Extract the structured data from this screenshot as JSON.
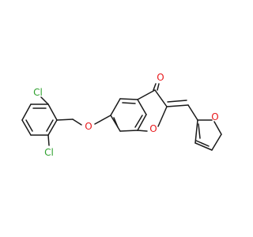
{
  "atoms": {
    "carbonyl_o": "O",
    "ring_o": "O",
    "ether_o": "O",
    "furan_o": "O",
    "cl_top": "Cl",
    "cl_bottom": "Cl"
  },
  "colors": {
    "bond": "#1a1a1a",
    "oxygen": "#e8191c",
    "chlorine": "#2fa12f"
  }
}
